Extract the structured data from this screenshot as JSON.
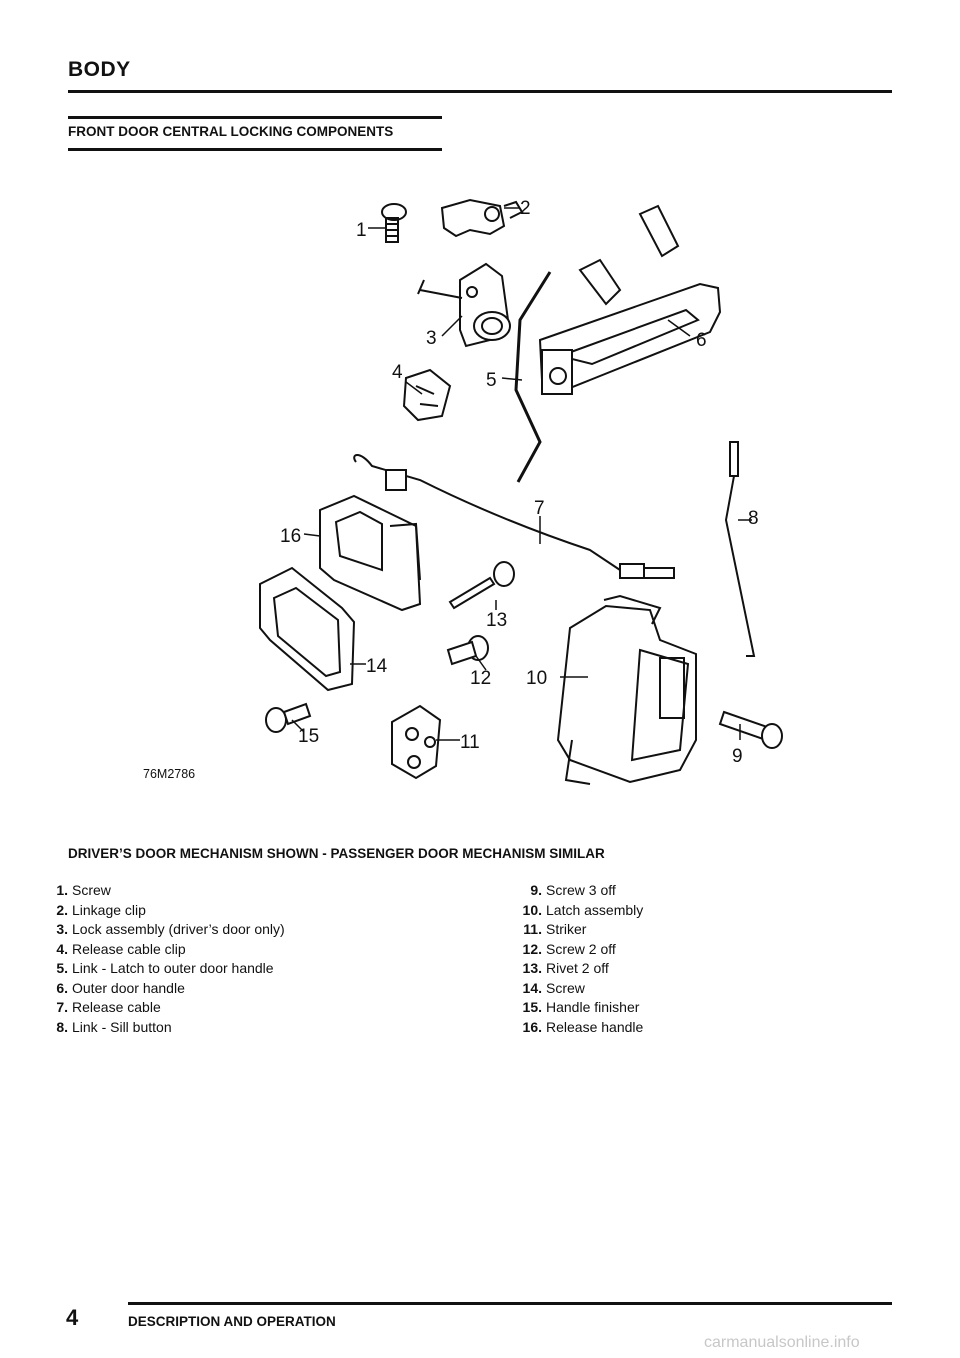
{
  "header": {
    "title": "BODY"
  },
  "section": {
    "title": "FRONT DOOR CENTRAL LOCKING COMPONENTS"
  },
  "figure": {
    "reference": "76M2786",
    "callouts": [
      "1",
      "2",
      "3",
      "4",
      "5",
      "6",
      "7",
      "8",
      "9",
      "10",
      "11",
      "12",
      "13",
      "14",
      "15",
      "16"
    ]
  },
  "caption": "DRIVER’S DOOR MECHANISM SHOWN - PASSENGER DOOR MECHANISM SIMILAR",
  "legend": {
    "left": [
      {
        "num": "1.",
        "text": "Screw"
      },
      {
        "num": "2.",
        "text": "Linkage clip"
      },
      {
        "num": "3.",
        "text": "Lock assembly (driver’s door only)"
      },
      {
        "num": "4.",
        "text": "Release cable clip"
      },
      {
        "num": "5.",
        "text": "Link - Latch to outer door handle"
      },
      {
        "num": "6.",
        "text": "Outer door handle"
      },
      {
        "num": "7.",
        "text": "Release cable"
      },
      {
        "num": "8.",
        "text": "Link - Sill button"
      }
    ],
    "right": [
      {
        "num": "9.",
        "text": "Screw 3 off"
      },
      {
        "num": "10.",
        "text": "Latch assembly"
      },
      {
        "num": "11.",
        "text": "Striker"
      },
      {
        "num": "12.",
        "text": "Screw 2 off"
      },
      {
        "num": "13.",
        "text": "Rivet 2 off"
      },
      {
        "num": "14.",
        "text": "Screw"
      },
      {
        "num": "15.",
        "text": "Handle finisher"
      },
      {
        "num": "16.",
        "text": "Release handle"
      }
    ]
  },
  "footer": {
    "page": "4",
    "section": "DESCRIPTION AND OPERATION"
  },
  "watermark": "carmanualsonline.info"
}
